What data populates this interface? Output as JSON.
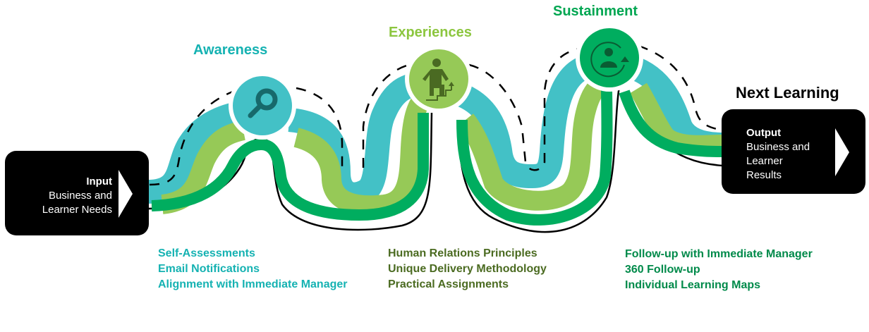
{
  "colors": {
    "teal": "#43c1c6",
    "light_green": "#96c957",
    "green": "#00ad5f",
    "teal_text": "#15b2b2",
    "olive_text": "#4b6b21",
    "green_text": "#008a4a",
    "icon_dark_teal": "#17696b",
    "icon_dark_olive": "#4a6a22",
    "icon_dark_green": "#0a5c33",
    "black": "#000000"
  },
  "input_box": {
    "heading": "Input",
    "line1": "Business and",
    "line2": "Learner Needs",
    "arrow_icon": "play-arrow-icon"
  },
  "output_box": {
    "title": "Next Learning",
    "heading": "Output",
    "line1": "Business and",
    "line2": "Learner",
    "line3": "Results",
    "arrow_icon": "play-arrow-icon"
  },
  "stages": [
    {
      "title": "Awareness",
      "icon": "magnifier-icon",
      "items": [
        "Self-Assessments",
        "Email Notifications",
        "Alignment with Immediate Manager"
      ]
    },
    {
      "title": "Experiences",
      "icon": "person-stairs-icon",
      "items": [
        "Human Relations Principles",
        "Unique Delivery Methodology",
        "Practical Assignments"
      ]
    },
    {
      "title": "Sustainment",
      "icon": "person-cycle-icon",
      "items": [
        "Follow-up with Immediate Manager",
        "360 Follow-up",
        "Individual Learning Maps"
      ]
    }
  ]
}
